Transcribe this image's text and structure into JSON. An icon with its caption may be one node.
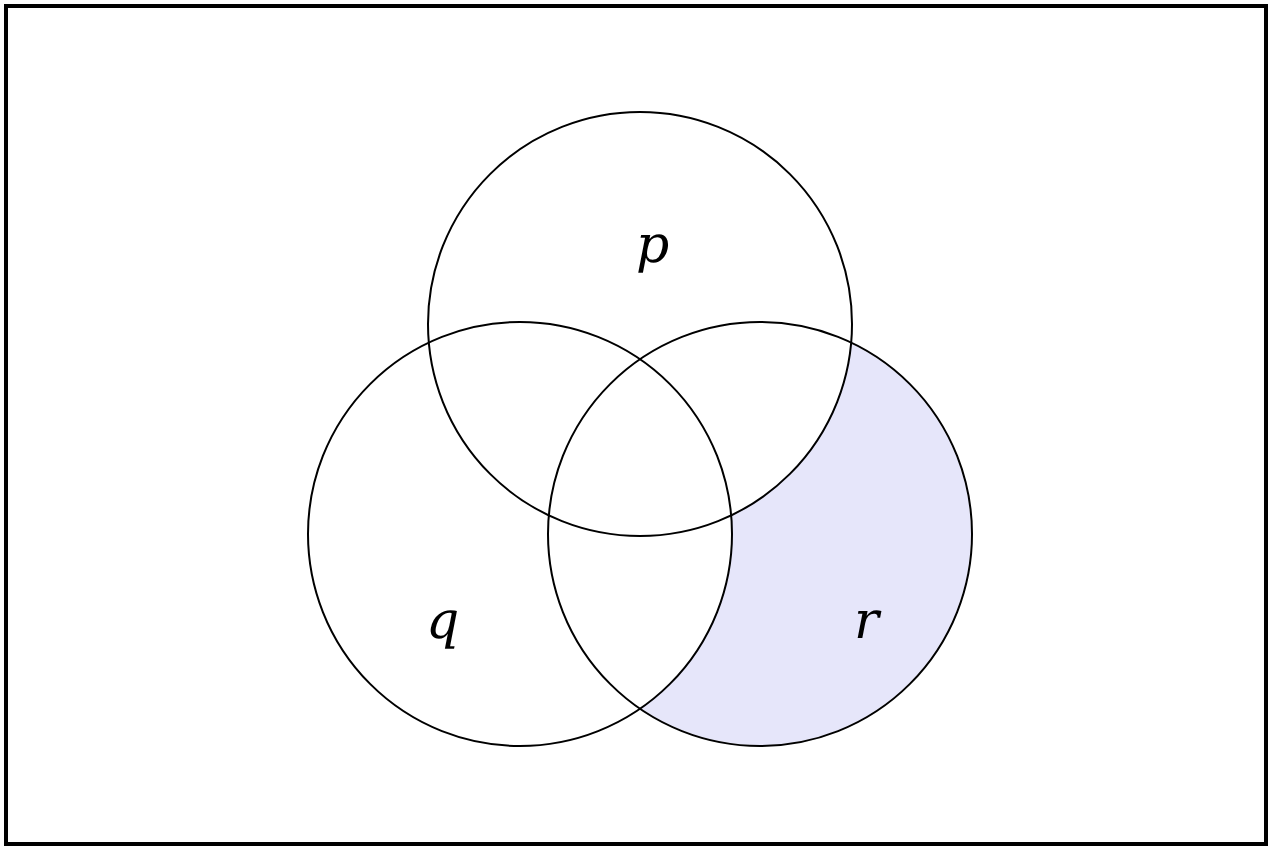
{
  "diagram": {
    "nodes": [
      {
        "text": [
          "p"
        ]
      },
      {
        "text": [
          "q"
        ]
      },
      {
        "text": [
          "r"
        ]
      }
    ],
    "edges": []
  }
}
